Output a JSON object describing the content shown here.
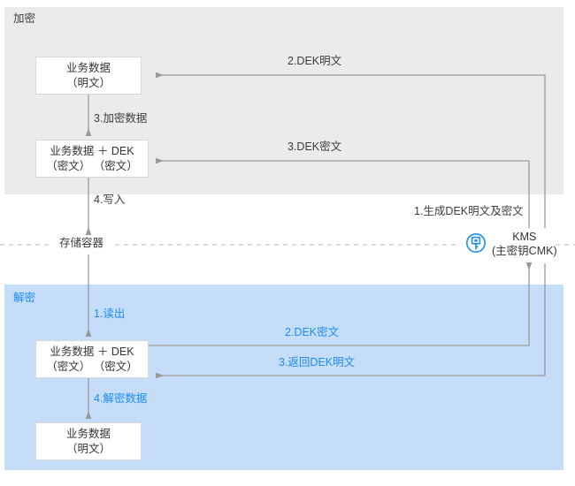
{
  "diagram": {
    "title_alt": "KMS envelope encryption / decryption flow",
    "colors": {
      "encrypt_zone_bg": "#eaebec",
      "decrypt_zone_bg": "#c5ddf8",
      "accent_blue": "#1b8cf2",
      "line_gray": "#9a9a9a",
      "box_border": "#d8d8d8",
      "text_dark": "#333333"
    },
    "zones": [
      {
        "id": "encrypt",
        "label": "加密"
      },
      {
        "id": "decrypt",
        "label": "解密"
      }
    ],
    "nodes": {
      "plain_top": {
        "line1": "业务数据",
        "line2": "（明文）"
      },
      "cipher_top": {
        "line1": "业务数据 ＋ DEK",
        "line2": "（密文）  （密文）"
      },
      "cipher_bottom": {
        "line1": "业务数据 ＋ DEK",
        "line2": "（密文）  （密文）"
      },
      "plain_bottom": {
        "line1": "业务数据",
        "line2": "（明文）"
      },
      "storage": {
        "label": "存储容器"
      },
      "kms": {
        "line1": "KMS",
        "line2": "(主密钥CMK)",
        "icon": "kms-key-circle-icon"
      }
    },
    "edges": {
      "encrypt": [
        {
          "id": "e1",
          "label": "1.生成DEK明文及密文",
          "color": "gray"
        },
        {
          "id": "e2",
          "label": "2.DEK明文",
          "color": "gray"
        },
        {
          "id": "e3",
          "label": "3.DEK密文",
          "color": "gray"
        },
        {
          "id": "e4",
          "label": "3.加密数据",
          "color": "gray"
        },
        {
          "id": "e5",
          "label": "4.写入",
          "color": "gray"
        }
      ],
      "decrypt": [
        {
          "id": "d1",
          "label": "1.读出",
          "color": "blue"
        },
        {
          "id": "d2",
          "label": "2.DEK密文",
          "color": "blue"
        },
        {
          "id": "d3",
          "label": "3.返回DEK明文",
          "color": "blue"
        },
        {
          "id": "d4",
          "label": "4.解密数据",
          "color": "blue"
        }
      ]
    }
  }
}
